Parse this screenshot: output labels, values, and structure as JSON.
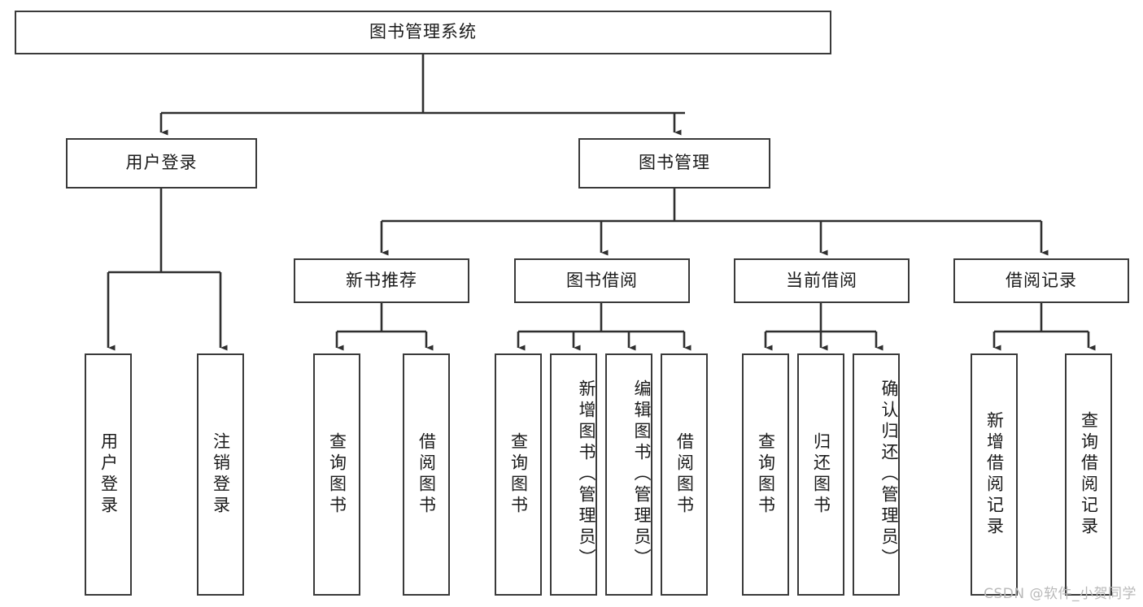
{
  "diagram": {
    "type": "tree-hierarchy-diagram",
    "root": {
      "label": "图书管理系统"
    },
    "level2": [
      {
        "id": "user-login",
        "label": "用户登录"
      },
      {
        "id": "book-manage",
        "label": "图书管理"
      }
    ],
    "level3": [
      {
        "id": "new-book-recommend",
        "label": "新书推荐"
      },
      {
        "id": "book-borrow",
        "label": "图书借阅"
      },
      {
        "id": "current-borrow",
        "label": "当前借阅"
      },
      {
        "id": "borrow-record",
        "label": "借阅记录"
      }
    ],
    "leaves": [
      {
        "id": "leaf-user-login",
        "label": "用户登录"
      },
      {
        "id": "leaf-logout-login",
        "label": "注销登录"
      },
      {
        "id": "leaf-query-book-1",
        "label": "查询图书"
      },
      {
        "id": "leaf-borrow-book-1",
        "label": "借阅图书"
      },
      {
        "id": "leaf-query-book-2",
        "label": "查询图书"
      },
      {
        "id": "leaf-add-book",
        "label": "新增图书（管理员）"
      },
      {
        "id": "leaf-edit-book",
        "label": "编辑图书（管理员）"
      },
      {
        "id": "leaf-borrow-book-2",
        "label": "借阅图书"
      },
      {
        "id": "leaf-query-book-3",
        "label": "查询图书"
      },
      {
        "id": "leaf-return-book",
        "label": "归还图书"
      },
      {
        "id": "leaf-confirm-return",
        "label": "确认归还（管理员）"
      },
      {
        "id": "leaf-add-borrow-record",
        "label": "新增借阅记录"
      },
      {
        "id": "leaf-query-borrow-record",
        "label": "查询借阅记录"
      }
    ]
  },
  "watermark": {
    "text": "CSDN @软件_小贺同学"
  },
  "colors": {
    "border": "#3a3a3a",
    "background": "#ffffff",
    "text": "#1a1a1a",
    "watermark": "#b9b9b9"
  }
}
